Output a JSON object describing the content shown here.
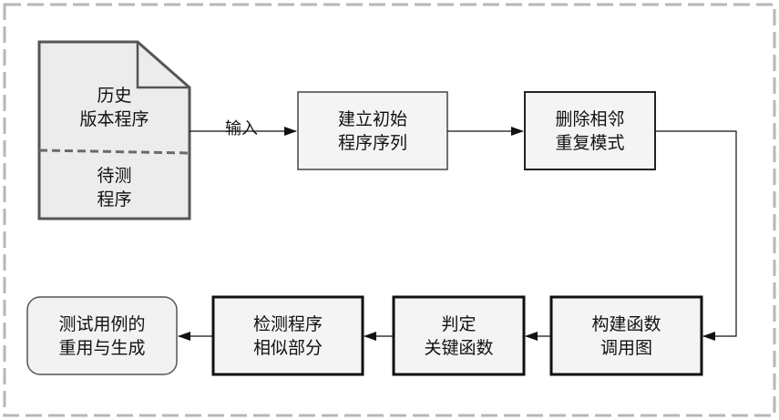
{
  "colors": {
    "box_fill": "#f4f4f4",
    "doc_fill": "#ececec",
    "stroke": "#222222",
    "outer_dash": "#b7b7b7",
    "inner_dash": "#888888",
    "result_fill": "#f2f2f2"
  },
  "nodes": {
    "document": {
      "top_line1": "历史",
      "top_line2": "版本程序",
      "bottom_line1": "待测",
      "bottom_line2": "程序"
    },
    "init_sequence": {
      "line1": "建立初始",
      "line2": "程序序列"
    },
    "remove_repeat": {
      "line1": "删除相邻",
      "line2": "重复模式"
    },
    "call_graph": {
      "line1": "构建函数",
      "line2": "调用图"
    },
    "key_functions": {
      "line1": "判定",
      "line2": "关键函数"
    },
    "similar_parts": {
      "line1": "检测程序",
      "line2": "相似部分"
    },
    "test_reuse": {
      "line1": "测试用例的",
      "line2": "重用与生成"
    }
  },
  "edges": {
    "input_label": "输入"
  }
}
